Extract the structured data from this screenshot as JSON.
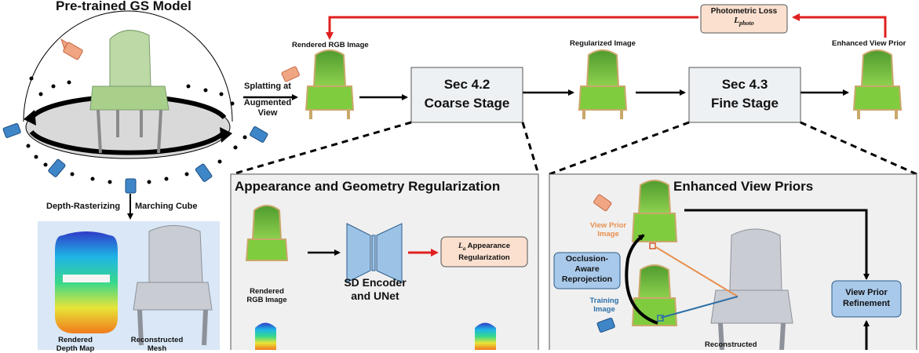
{
  "top": {
    "pretrained_title": "Pre-trained GS Model",
    "photometric_loss": "Photometric Loss",
    "photometric_symbol": "L",
    "photometric_subscript": "photo",
    "rendered_rgb": "Rendered RGB Image",
    "regularized": "Regularized Image",
    "enhanced_prior": "Enhanced View Prior",
    "splatting_line1": "Splatting at",
    "splatting_line2": "Augmented",
    "splatting_line3": "View",
    "coarse_line1": "Sec 4.2",
    "coarse_line2": "Coarse Stage",
    "fine_line1": "Sec 4.3",
    "fine_line2": "Fine Stage"
  },
  "left": {
    "depth_rasterizing": "Depth-Rasterizing",
    "marching_cube": "Marching Cube",
    "rendered_depth_line1": "Rendered",
    "rendered_depth_line2": "Depth Map",
    "reconstructed_line1": "Reconstructed",
    "reconstructed_line2": "Mesh"
  },
  "appearance_panel": {
    "title": "Appearance and Geometry Regularization",
    "rendered_rgb_line1": "Rendered",
    "rendered_rgb_line2": "RGB Image",
    "sd_line1": "SD Encoder",
    "sd_line2": "and UNet",
    "loss_symbol": "L",
    "loss_subscript": "a",
    "loss_line1": "Appearance",
    "loss_line2": "Regularization"
  },
  "priors_panel": {
    "title": "Enhanced View Priors",
    "view_prior_line1": "View Prior",
    "view_prior_line2": "Image",
    "occlusion_line1": "Occlusion-",
    "occlusion_line2": "Aware",
    "occlusion_line3": "Reprojection",
    "training_line1": "Training",
    "training_line2": "Image",
    "reconstructed": "Reconstructed",
    "refinement_line1": "View Prior",
    "refinement_line2": "Refinement"
  },
  "colors": {
    "red_arrow": "#e02020",
    "panel_bg": "#f0f0f0",
    "stage_box": "#eef1f4",
    "loss_box": "#fbe0cf",
    "blue_box": "#a9c9ea",
    "camera_blue": "#3f86c8",
    "camera_orange": "#f0a583",
    "chair_green": "#6abf3a"
  }
}
